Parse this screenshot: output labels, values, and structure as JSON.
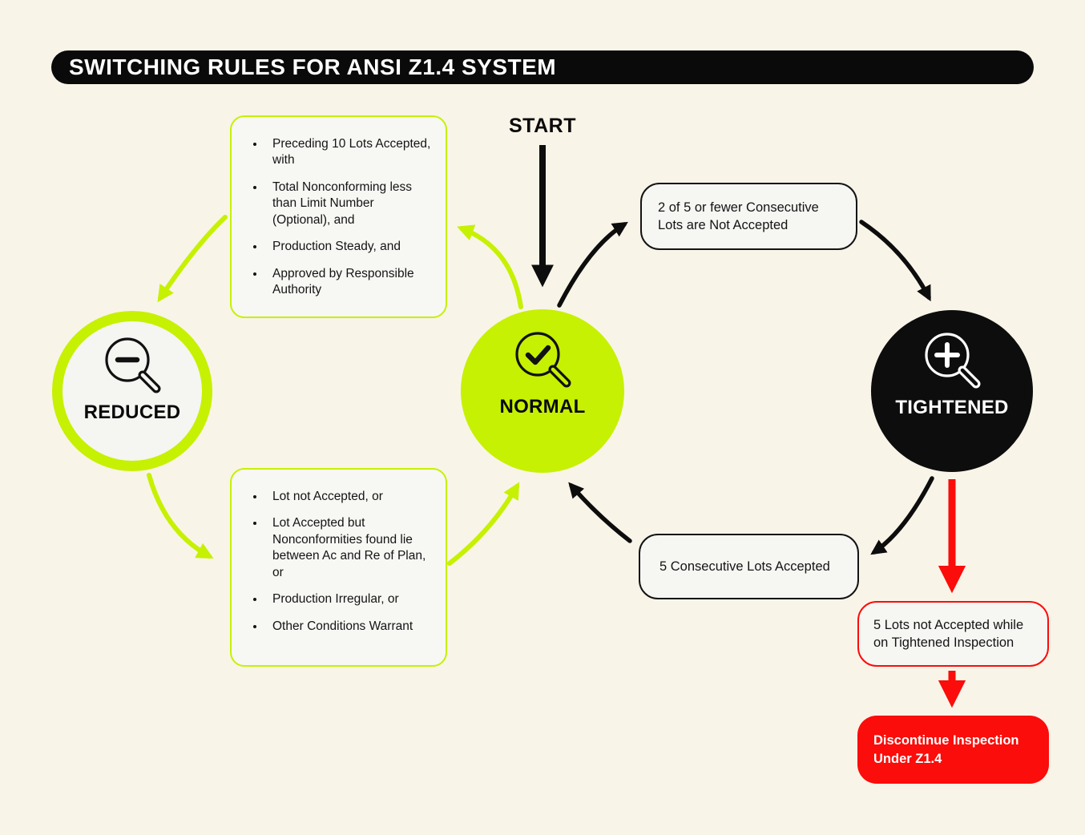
{
  "title": "SWITCHING RULES FOR ANSI Z1.4 SYSTEM",
  "start_label": "START",
  "colors": {
    "background": "#f9f4e8",
    "chartreuse": "#c6f102",
    "black": "#0d0d0d",
    "red": "#fa0d0a",
    "box_fill": "#f6f6f3",
    "white": "#ffffff"
  },
  "nodes": {
    "reduced": {
      "label": "REDUCED",
      "icon": "magnifier-minus-icon"
    },
    "normal": {
      "label": "NORMAL",
      "icon": "magnifier-check-icon"
    },
    "tightened": {
      "label": "TIGHTENED",
      "icon": "magnifier-plus-icon"
    }
  },
  "boxes": {
    "reduced_conditions": {
      "bullets": [
        "Preceding 10 Lots Accepted, with",
        "Total Nonconforming less than Limit Number (Optional), and",
        "Production Steady, and",
        "Approved by Responsible Authority"
      ]
    },
    "normal_from_reduced": {
      "bullets": [
        "Lot not Accepted, or",
        "Lot Accepted but Nonconformities found lie between Ac and Re of Plan, or",
        "Production Irregular, or",
        "Other Conditions Warrant"
      ]
    },
    "tightened_trigger": {
      "text": "2 of 5 or fewer Consecutive Lots are Not Accepted"
    },
    "normal_from_tightened": {
      "text": "5 Consecutive Lots Accepted"
    },
    "discontinue_trigger": {
      "text": "5 Lots not Accepted while on Tightened Inspection"
    },
    "discontinue": {
      "text": "Discontinue Inspection Under Z1.4"
    }
  }
}
